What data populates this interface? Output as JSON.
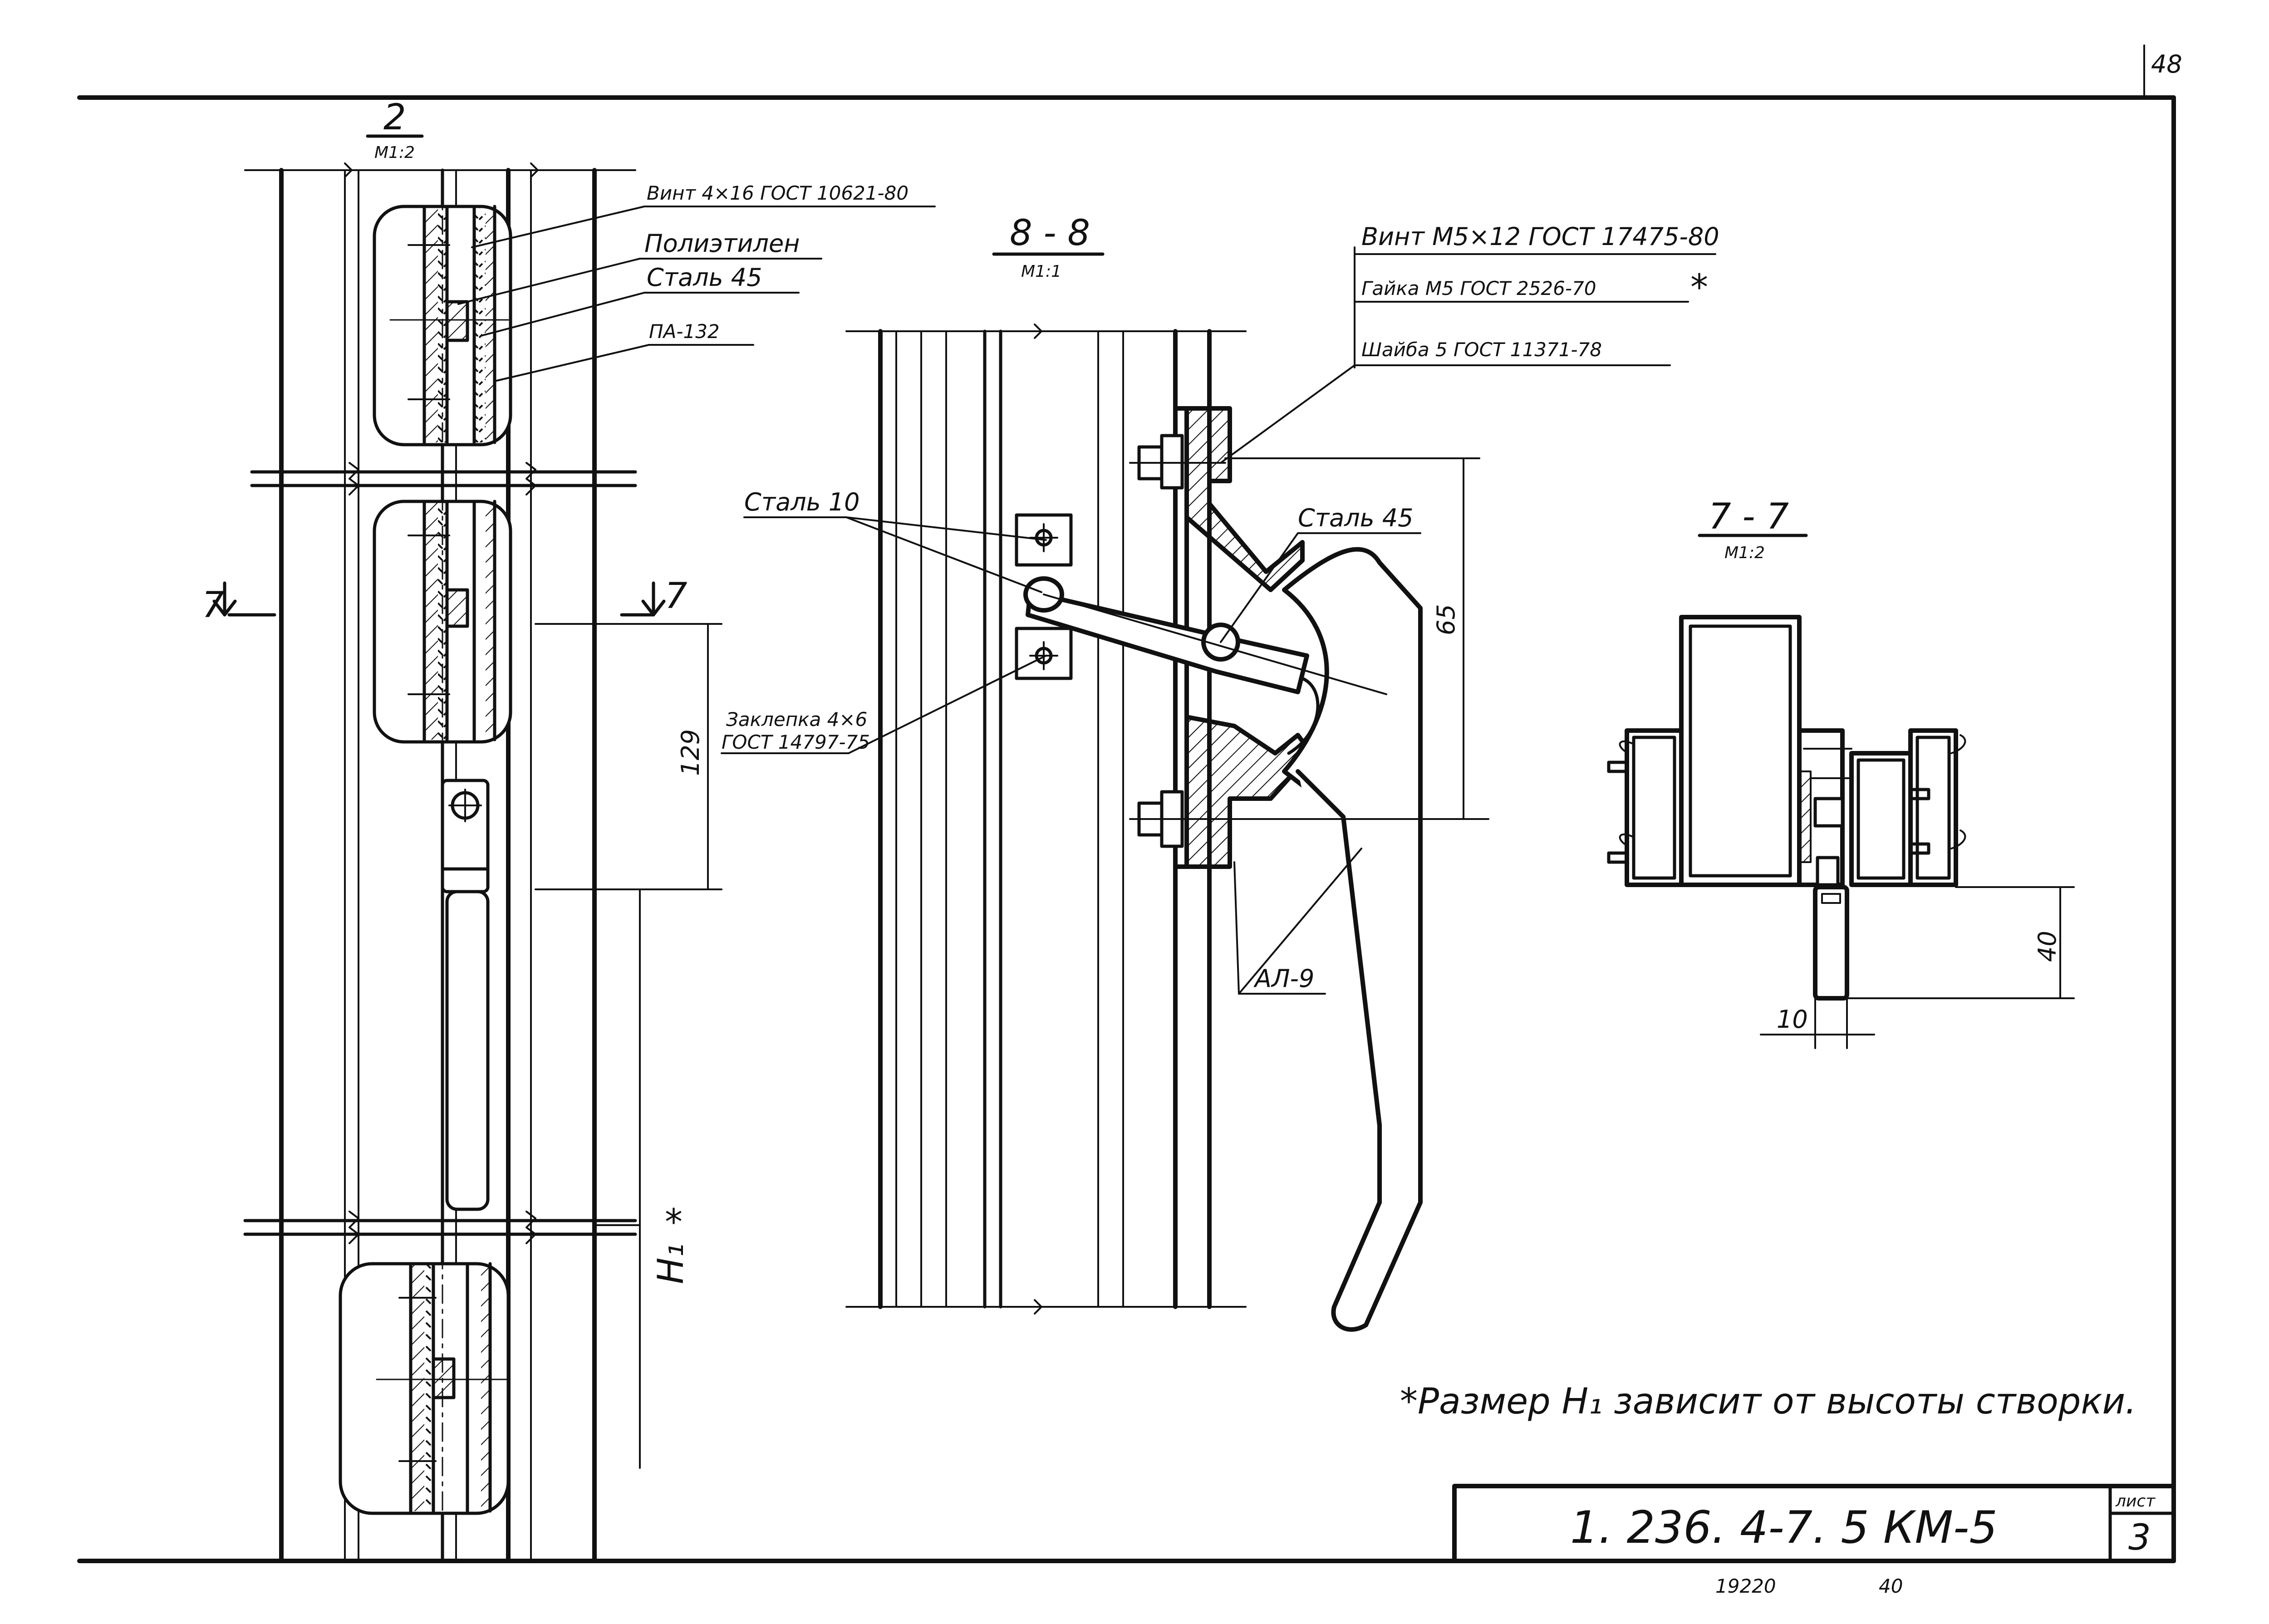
{
  "sheet": {
    "page_number": "48",
    "code": "1. 236. 4-7. 5 КМ-5",
    "sheet_label": "лист",
    "sheet_number": "3",
    "bottom_number": "19220",
    "bottom_suffix": "40"
  },
  "section_2": {
    "title": "2",
    "scale": "М1:2",
    "labels": {
      "screw": "Винт 4×16 ГОСТ 10621-80",
      "polyethylene": "Полиэтилен",
      "steel45": "Сталь 45",
      "pa132": "ПА-132"
    },
    "cut_mark": "7",
    "dim_129": "129",
    "dim_h1": "H₁",
    "asterisk": "*"
  },
  "section_8_8": {
    "title": "8 - 8",
    "scale": "М1:1",
    "labels": {
      "screw": "Винт М5×12 ГОСТ 17475-80",
      "nut": "Гайка М5  ГОСТ 2526-70",
      "nut_star": "*",
      "washer": "Шайба 5  ГОСТ 11371-78",
      "steel10": "Сталь 10",
      "steel45": "Сталь 45",
      "rivet_1": "Заклепка 4×6",
      "rivet_2": "ГОСТ 14797-75",
      "al9": "АЛ-9",
      "dim_65": "65"
    }
  },
  "section_7_7": {
    "title": "7 - 7",
    "scale": "М1:2",
    "dim_40": "40",
    "dim_10": "10"
  },
  "note": "*Размер H₁ зависит от высоты створки."
}
